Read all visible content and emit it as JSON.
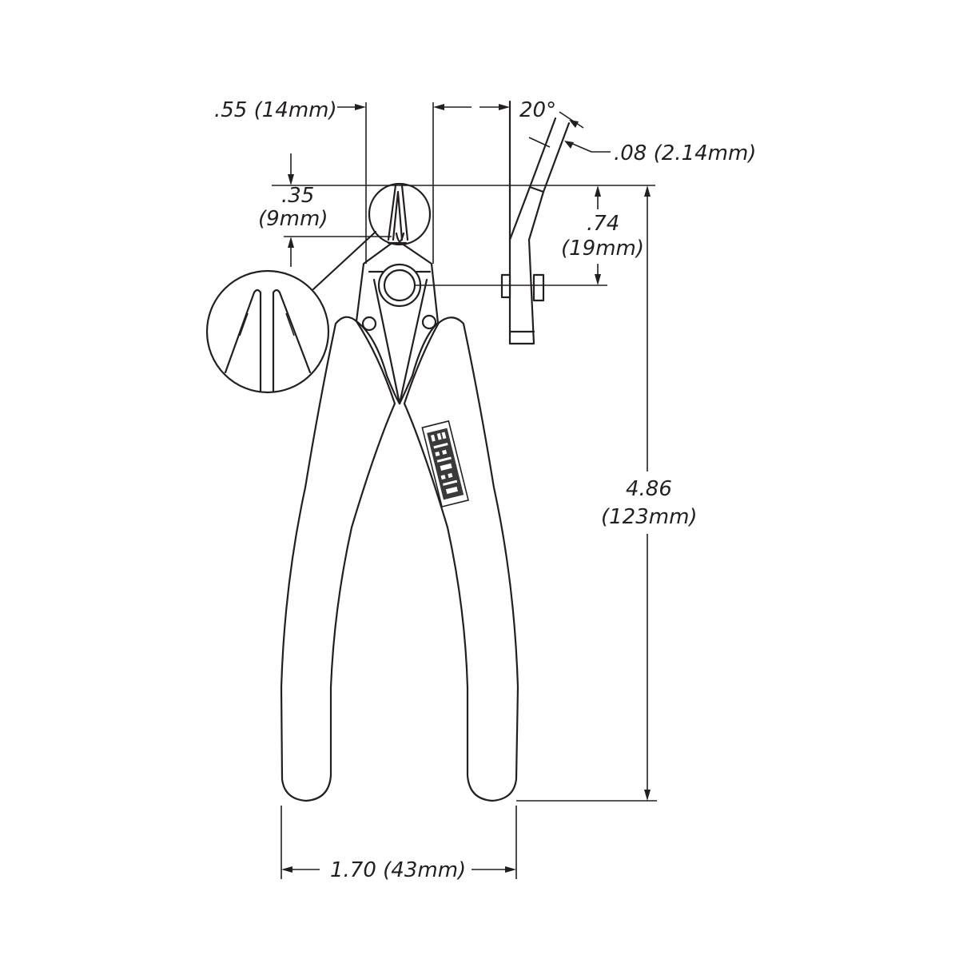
{
  "dimensions": {
    "jaw_width": ".55 (14mm)",
    "angle": "20°",
    "blade_thickness": ".08 (2.14mm)",
    "tip_length_in": ".35",
    "tip_length_mm": "(9mm)",
    "head_length_in": ".74",
    "head_length_mm": "(19mm)",
    "overall_length_in": "4.86",
    "overall_length_mm": "(123mm)",
    "overall_width": "1.70 (43mm)"
  }
}
